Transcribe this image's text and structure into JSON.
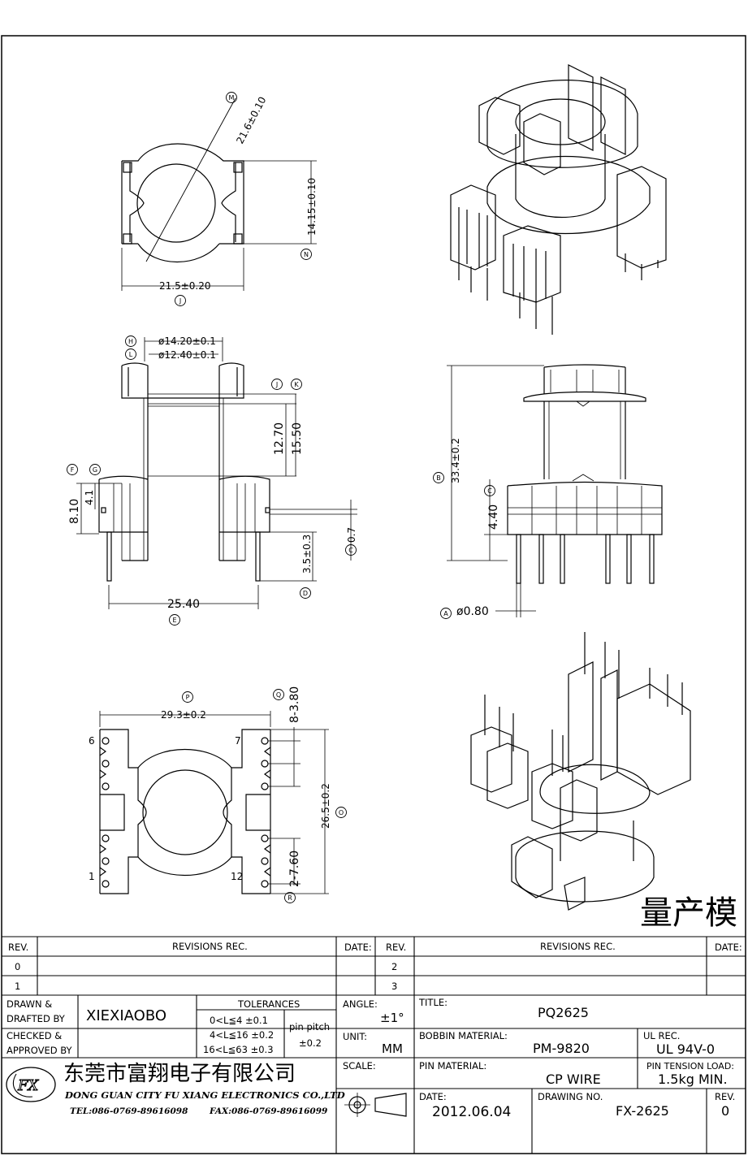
{
  "dims": {
    "top_dia": "21.6±0.10",
    "top_h": "14.15±0.10",
    "top_w": "21.5±0.20",
    "dia_h": "ø14.20±0.1",
    "dia_l": "ø12.40±0.1",
    "d12": "12.70",
    "d15": "15.50",
    "d810": "8.10",
    "d41": "4.1",
    "d35": "3.5±0.3",
    "d07": "0.7",
    "d2540": "25.40",
    "d334": "33.4±0.2",
    "d440": "4.40",
    "pin_dia": "ø0.80",
    "d293": "29.3±0.2",
    "d380": "8-3.80",
    "d265": "26.5±0.2",
    "d760": "2-7.60"
  },
  "callouts": {
    "M": "M",
    "N": "N",
    "J1": "J",
    "H": "H",
    "L": "L",
    "J": "J",
    "K": "K",
    "F": "F",
    "G": "G",
    "C": "C",
    "D": "D",
    "E": "E",
    "B": "B",
    "C2": "C",
    "A": "A",
    "P": "P",
    "Q": "Q",
    "O": "O",
    "R": "R"
  },
  "pins": {
    "p6": "6",
    "p7": "7",
    "p1": "1",
    "p12": "12"
  },
  "stamp": "量产模",
  "revisions": {
    "rev_head": "REV.",
    "rev_rec": "REVISIONS  REC.",
    "date_head": "DATE:",
    "rev0": "0",
    "rev1": "1",
    "rev2": "2",
    "rev3": "3"
  },
  "titleblock": {
    "drawn_label_1": "DRAWN &",
    "drawn_label_2": "DRAFTED BY",
    "drawn_by": "XIEXIAOBO",
    "checked_label_1": "CHECKED &",
    "checked_label_2": "APPROVED BY",
    "tol_title": "TOLERANCES",
    "tol1": "0<L≦4   ±0.1",
    "tol2": "4<L≦16  ±0.2",
    "tol3": "16<L≦63  ±0.3",
    "pitch_label": "pin pitch",
    "pitch_val": "±0.2",
    "angle_label": "ANGLE:",
    "angle_val": "±1°",
    "unit_label": "UNIT:",
    "unit_val": "MM",
    "scale_label": "SCALE:",
    "title_label": "TITLE:",
    "title_val": "PQ2625",
    "bobbin_label": "BOBBIN MATERIAL:",
    "bobbin_val": "PM-9820",
    "ul_label": "UL REC.",
    "ul_val": "UL 94V-0",
    "pin_mat_label": "PIN MATERIAL:",
    "pin_mat_val": "CP WIRE",
    "tension_label": "PIN TENSION LOAD:",
    "tension_val": "1.5kg MIN.",
    "date_label": "DATE:",
    "date_val": "2012.06.04",
    "dwg_label": "DRAWING NO.",
    "dwg_val": "FX-2625",
    "rev_label": "REV.",
    "rev_val": "0",
    "company_cn": "东莞市富翔电子有限公司",
    "company_en": "DONG GUAN CITY FU XIANG ELECTRONICS CO.,LTD",
    "tel": "TEL:086-0769-89616098",
    "fax": "FAX:086-0769-89616099",
    "logo_text": "FX"
  }
}
